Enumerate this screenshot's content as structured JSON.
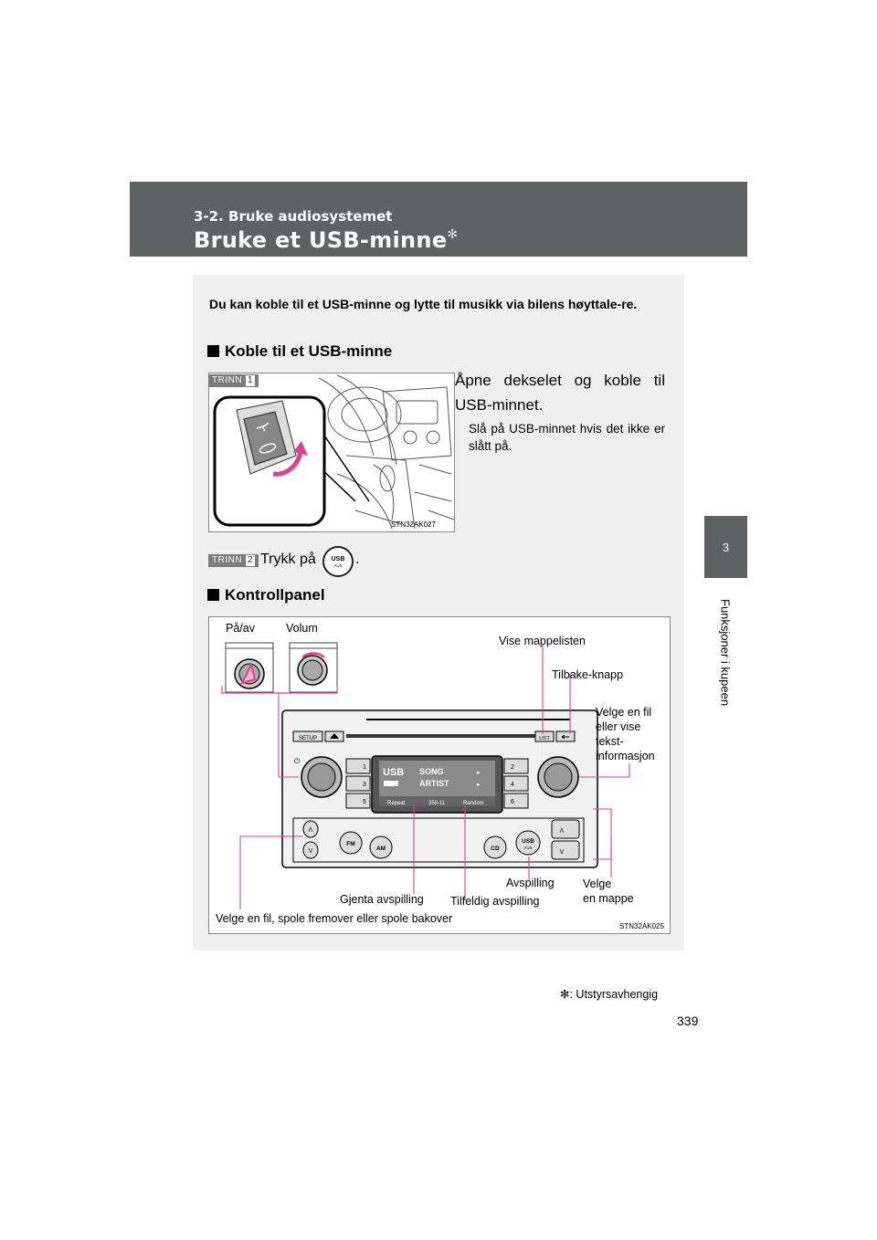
{
  "header": {
    "section": "3-2. Bruke audiosystemet",
    "title": "Bruke et USB-minne",
    "title_mark": "✻"
  },
  "side_tab": {
    "number": "3",
    "label": "Funksjoner i kupeen"
  },
  "intro": "Du kan koble til et USB-minne og lytte til musikk via bilens høyttale-re.",
  "section1": {
    "heading": "Koble til et USB-minne"
  },
  "step1": {
    "badge": "TRINN",
    "num": "1",
    "text": "Åpne dekselet og koble til USB-minnet.",
    "sub": "Slå på USB-minnet hvis det ikke er slått på.",
    "caption": "STN32AK027"
  },
  "step2": {
    "badge": "TRINN",
    "num": "2",
    "text": "Trykk på",
    "end": ".",
    "button_top": "USB",
    "button_bottom": "AUX"
  },
  "section2": {
    "heading": "Kontrollpanel"
  },
  "panel": {
    "labels": {
      "power": "På/av",
      "volume": "Volum",
      "folder_list": "Vise mappelisten",
      "back": "Tilbake-knapp",
      "select_file_l1": "Velge en fil",
      "select_file_l2": "eller vise",
      "select_file_l3": "tekst-",
      "select_file_l4": "informasjon",
      "playback": "Avspilling",
      "select_folder_l1": "Velge",
      "select_folder_l2": "en mappe",
      "repeat": "Gjenta avspilling",
      "random": "Tilfeldig avspilling",
      "seek": "Velge en fil, spole fremover eller spole bakover"
    },
    "buttons": {
      "setup": "SETUP",
      "list": "LIST",
      "fm": "FM",
      "am": "AM",
      "cd": "CD",
      "usb": "USB",
      "aux": "AUX",
      "p1": "1",
      "p2": "2",
      "p3": "3",
      "p4": "4",
      "p5": "5",
      "p6": "6",
      "a": "Λ",
      "v": "V"
    },
    "display": {
      "source": "USB",
      "song": "SONG",
      "artist": "ARTIST",
      "repeat": "Repeat",
      "track": "358-11",
      "random": "Random"
    },
    "caption": "STN32AK025"
  },
  "footnote": "✻: Utstyrsavhengig",
  "page_number": "339"
}
